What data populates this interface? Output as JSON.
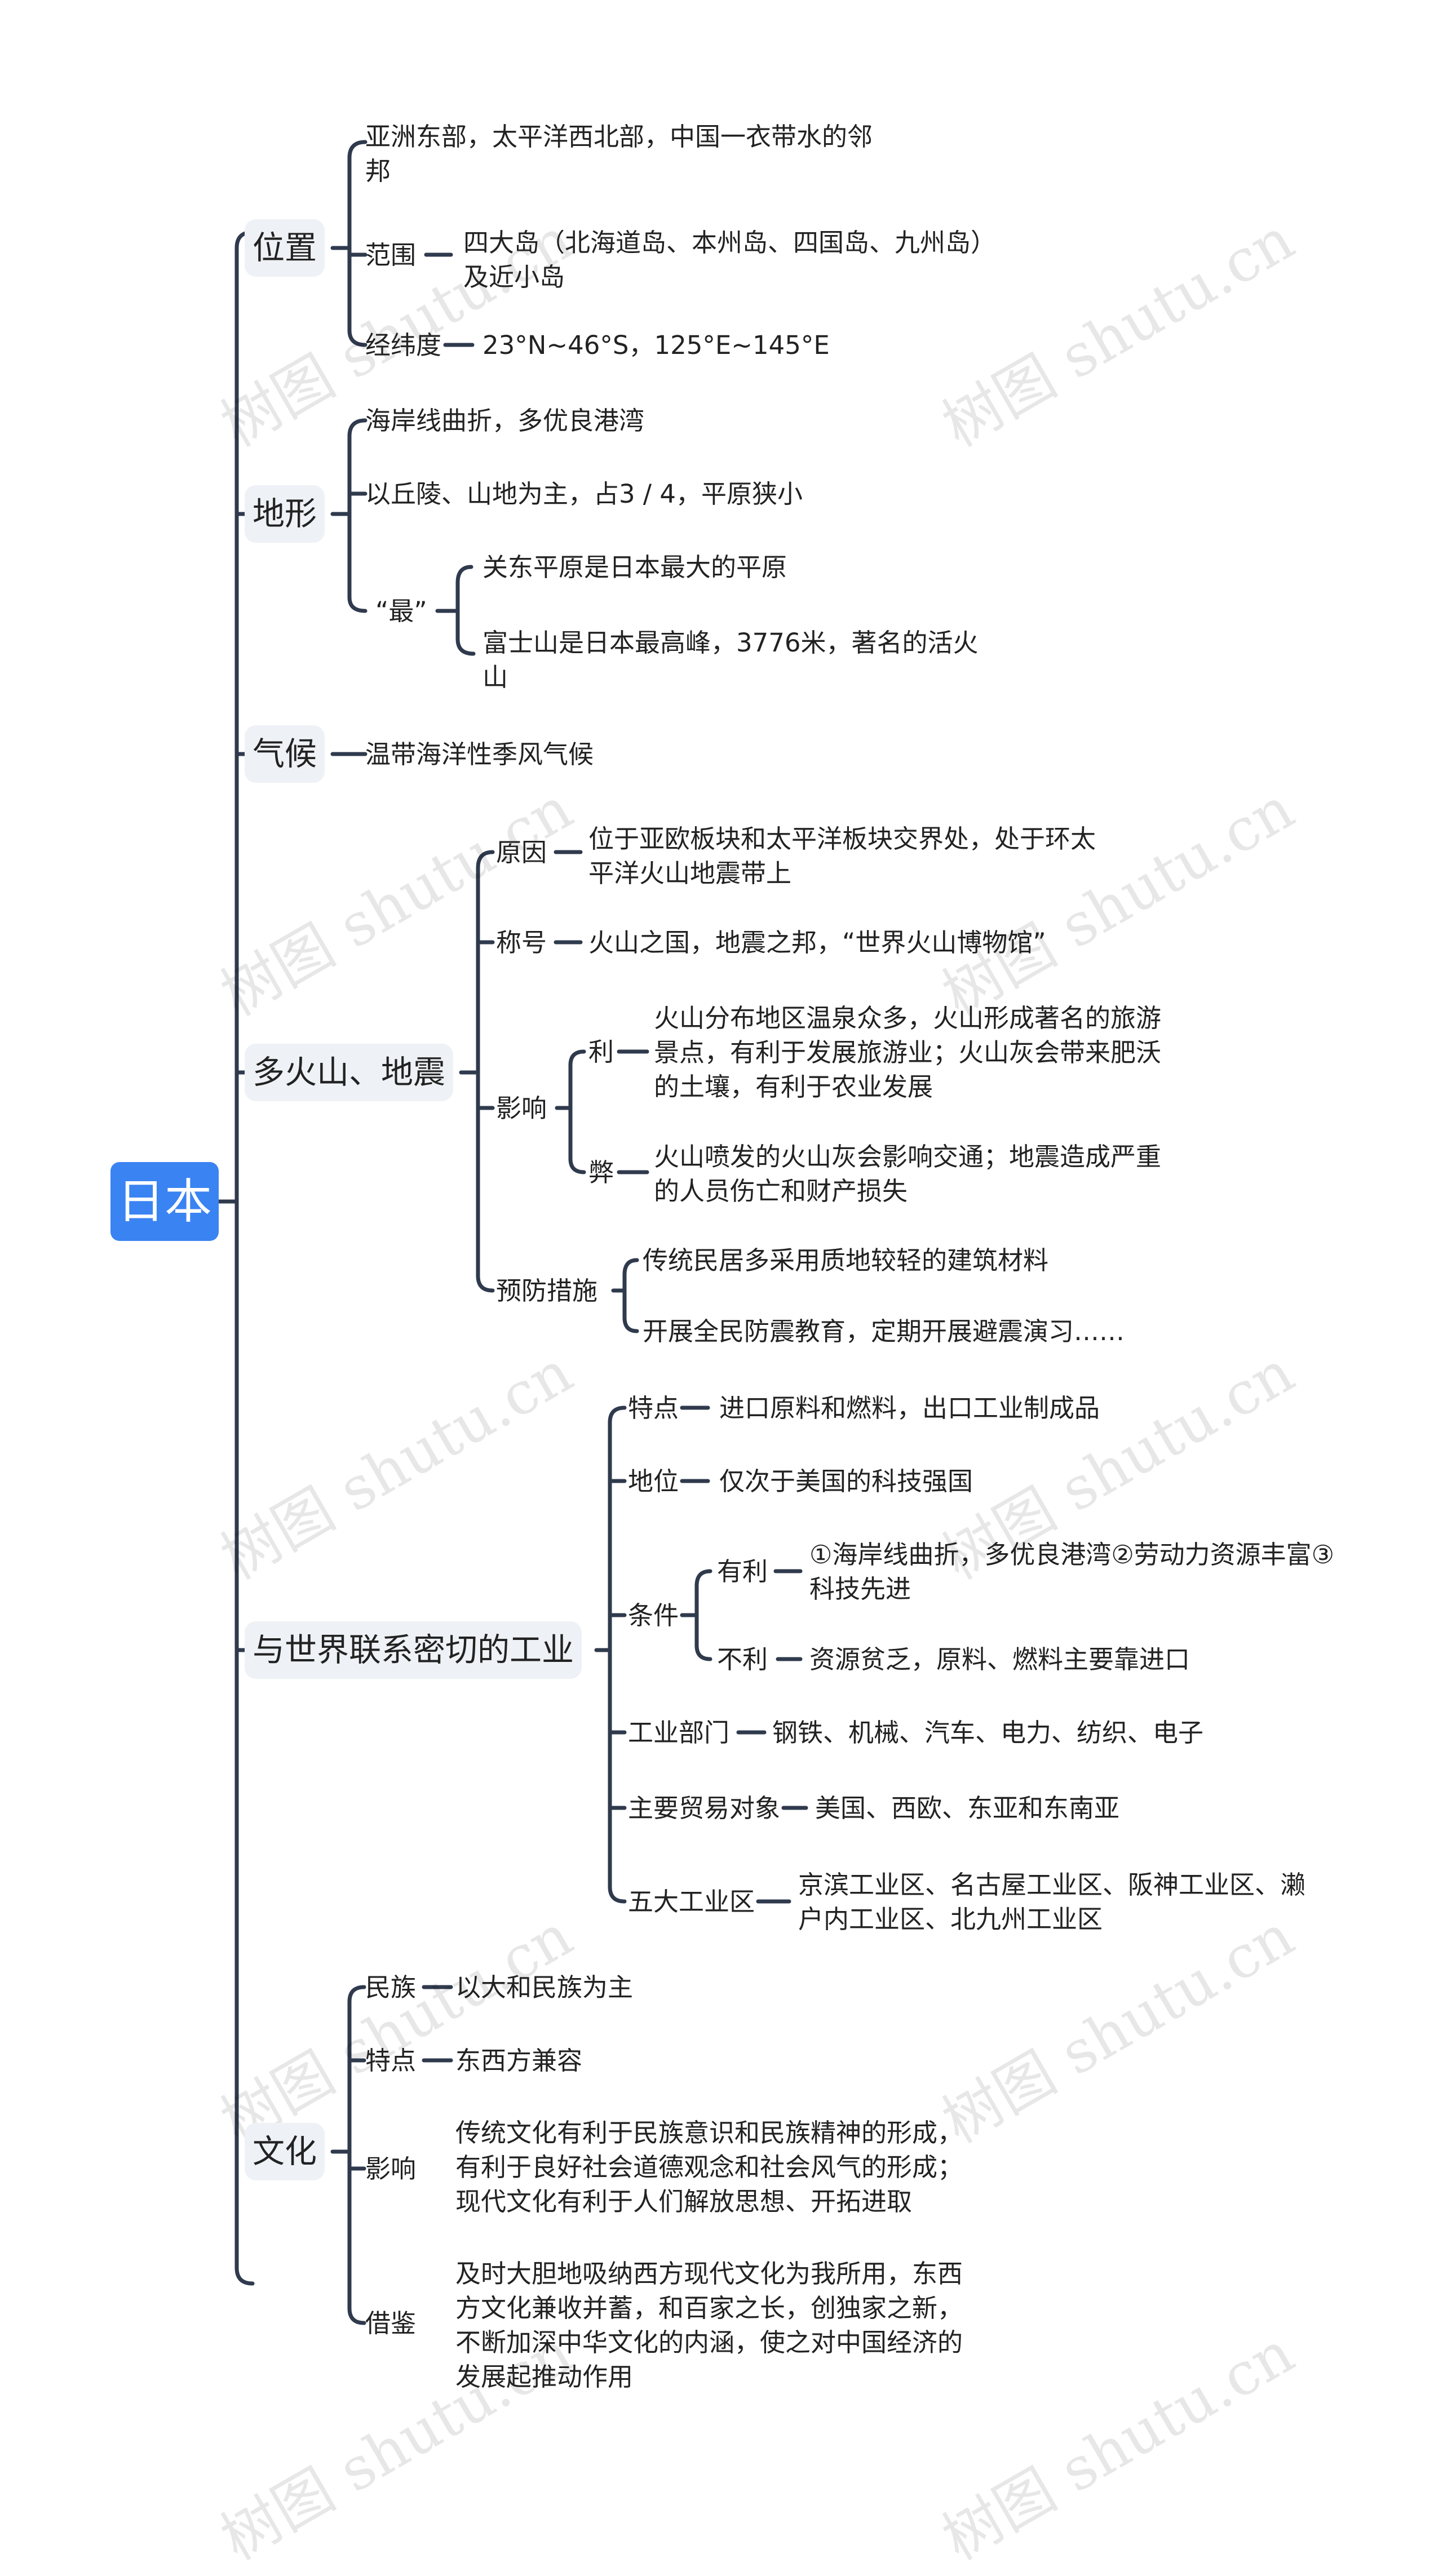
{
  "root": "日本",
  "location": {
    "label": "位置",
    "asia": "亚洲东部，太平洋西北部，中国一衣带水的邻邦",
    "range_label": "范围",
    "range_value": "四大岛（北海道岛、本州岛、四国岛、九州岛）及近小岛",
    "latlon_label": "经纬度",
    "latlon_value": "23°N~46°S，125°E~145°E"
  },
  "terrain": {
    "label": "地形",
    "coast": "海岸线曲折，多优良港湾",
    "hills": "以丘陵、山地为主，占3 / 4，平原狭小",
    "most_label": "“最”",
    "kanto": "关东平原是日本最大的平原",
    "fuji": "富士山是日本最高峰，3776米，著名的活火山"
  },
  "climate": {
    "label": "气候",
    "value": "温带海洋性季风气候"
  },
  "volcano": {
    "label": "多火山、地震",
    "cause_label": "原因",
    "cause_value": "位于亚欧板块和太平洋板块交界处，处于环太平洋火山地震带上",
    "title_label": "称号",
    "title_value": "火山之国，地震之邦，“世界火山博物馆”",
    "impact_label": "影响",
    "pro_label": "利",
    "pro_value": "火山分布地区温泉众多，火山形成著名的旅游景点，有利于发展旅游业；火山灰会带来肥沃的土壤，有利于农业发展",
    "con_label": "弊",
    "con_value": "火山喷发的火山灰会影响交通；地震造成严重的人员伤亡和财产损失",
    "prevent_label": "预防措施",
    "prevent_1": "传统民居多采用质地较轻的建筑材料",
    "prevent_2": "开展全民防震教育，定期开展避震演习……"
  },
  "industry": {
    "label": "与世界联系密切的工业",
    "feature_label": "特点",
    "feature_value": "进口原料和燃料，出口工业制成品",
    "status_label": "地位",
    "status_value": "仅次于美国的科技强国",
    "cond_label": "条件",
    "adv_label": "有利",
    "adv_value": "①海岸线曲折，多优良港湾②劳动力资源丰富③科技先进",
    "dis_label": "不利",
    "dis_value": "资源贫乏，原料、燃料主要靠进口",
    "sector_label": "工业部门",
    "sector_value": "钢铁、机械、汽车、电力、纺织、电子",
    "trade_label": "主要贸易对象",
    "trade_value": "美国、西欧、东亚和东南亚",
    "zones_label": "五大工业区",
    "zones_value": "京滨工业区、名古屋工业区、阪神工业区、濑户内工业区、北九州工业区"
  },
  "culture": {
    "label": "文化",
    "ethnic_label": "民族",
    "ethnic_value": "以大和民族为主",
    "feature_label": "特点",
    "feature_value": "东西方兼容",
    "impact_label": "影响",
    "impact_value": "传统文化有利于民族意识和民族精神的形成，有利于良好社会道德观念和社会风气的形成；现代文化有利于人们解放思想、开拓进取",
    "learn_label": "借鉴",
    "learn_value": "及时大胆地吸纳西方现代文化为我所用，东西方文化兼收并蓄，和百家之长，创独家之新，不断加深中华文化的内涵，使之对中国经济的发展起推动作用"
  },
  "watermark": "树图 shutu.cn",
  "colors": {
    "root_bg": "#3a83f2",
    "line": "#2f3a4d",
    "l1_bg": "#eef1f5"
  }
}
